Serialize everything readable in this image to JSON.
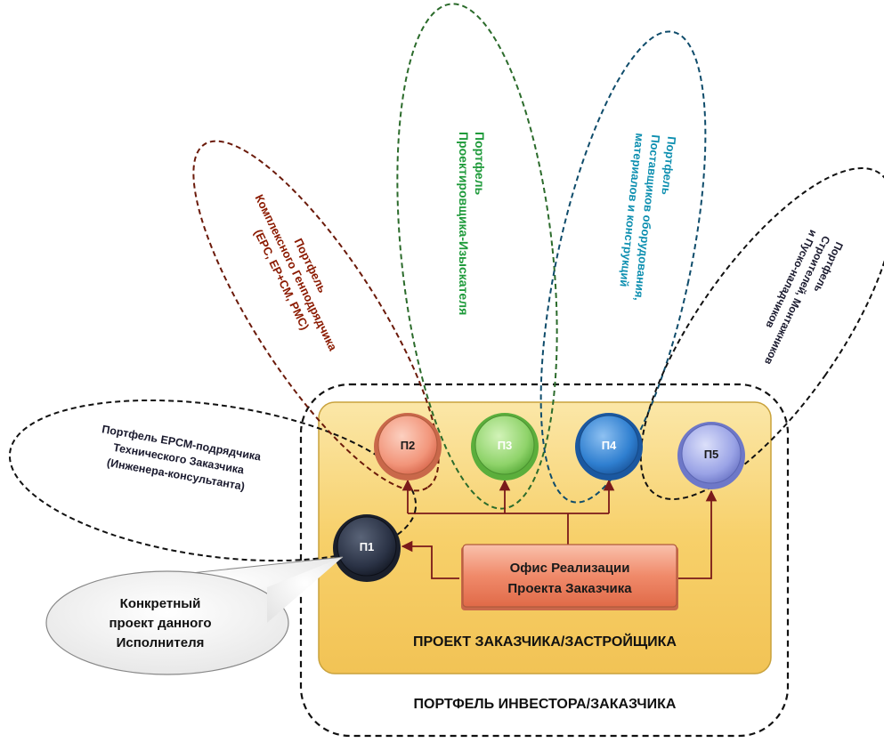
{
  "diagram": {
    "outer_box_label": "ПОРТФЕЛЬ ИНВЕСТОРА/ЗАКАЗЧИКА",
    "project_box_label": "ПРОЕКТ ЗАКАЗЧИКА/ЗАСТРОЙЩИКА",
    "office": {
      "line1": "Офис Реализации",
      "line2": "Проекта Заказчика",
      "color": "#F08A6A"
    },
    "nodes": [
      {
        "id": "П1",
        "label": "П1",
        "color": "#2B3346"
      },
      {
        "id": "П2",
        "label": "П2",
        "color": "#F2957A"
      },
      {
        "id": "П3",
        "label": "П3",
        "color": "#8FD36A"
      },
      {
        "id": "П4",
        "label": "П4",
        "color": "#2F7FD0"
      },
      {
        "id": "П5",
        "label": "П5",
        "color": "#9AA3E6"
      }
    ],
    "portfolios": [
      {
        "id": "epcm",
        "lines": [
          "Портфель EPCM-подрядчика",
          "Технического Заказчика",
          "(Инженера-консультанта)"
        ],
        "color": "#1A1A2E"
      },
      {
        "id": "general",
        "lines": [
          "Портфель",
          "Комплексного Генподрядчика",
          "(EPC, EP+CM, PMC)"
        ],
        "color": "#8B1A00"
      },
      {
        "id": "design",
        "lines": [
          "Портфель",
          "Проектировщика-Изыскателя"
        ],
        "color": "#1E9A3A"
      },
      {
        "id": "supply",
        "lines": [
          "Портфель",
          "Поставщиков оборудования,",
          "материалов и конструкций"
        ],
        "color": "#0E8FB0"
      },
      {
        "id": "builders",
        "lines": [
          "Портфель",
          "Строителей, Монтажников",
          "и Пуско-наладчиков"
        ],
        "color": "#1A1A2E"
      }
    ],
    "callout": {
      "lines": [
        "Конкретный",
        "проект данного",
        "Исполнителя"
      ]
    },
    "colors": {
      "project_fill": "#F7D06A",
      "connector": "#7A1A1A"
    }
  }
}
